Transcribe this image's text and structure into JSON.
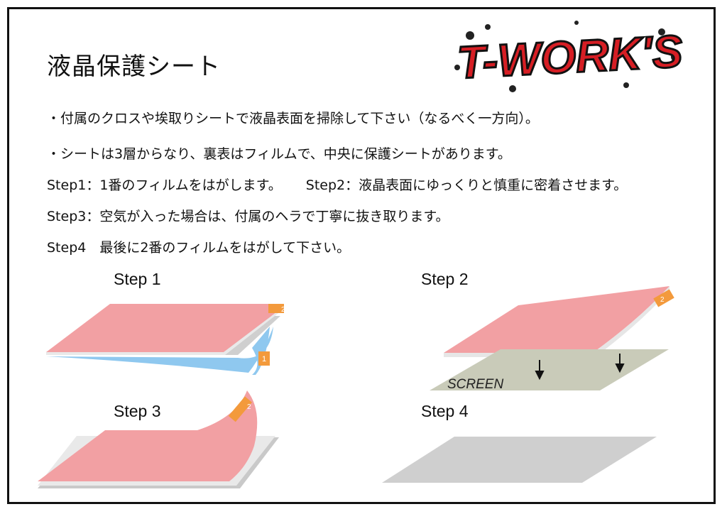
{
  "title": "液晶保護シート",
  "logo_text": "T-WORK'S",
  "lines": [
    "・付属のクロスや埃取りシートで液晶表面を掃除して下さい（なるべく一方向）。",
    "・シートは3層からなり、裏表はフィルムで、中央に保護シートがあります。",
    "Step1：1番のフィルムをはがします。",
    "Step2：液晶表面にゆっくりと慎重に密着させます。",
    "Step3：空気が入った場合は、付属のヘラで丁寧に抜き取ります。",
    "Step4　最後に2番のフィルムをはがして下さい。"
  ],
  "steps": [
    {
      "label": "Step 1"
    },
    {
      "label": "Step 2",
      "screen_text": "SCREEN"
    },
    {
      "label": "Step 3"
    },
    {
      "label": "Step 4"
    }
  ],
  "tabs": {
    "one": "1",
    "two": "2"
  },
  "colors": {
    "sheet_pink": "#f2a0a3",
    "film_blue": "#8fc8ef",
    "tab_orange": "#f39a3c",
    "screen_gray": "#c9cbb9"
  }
}
